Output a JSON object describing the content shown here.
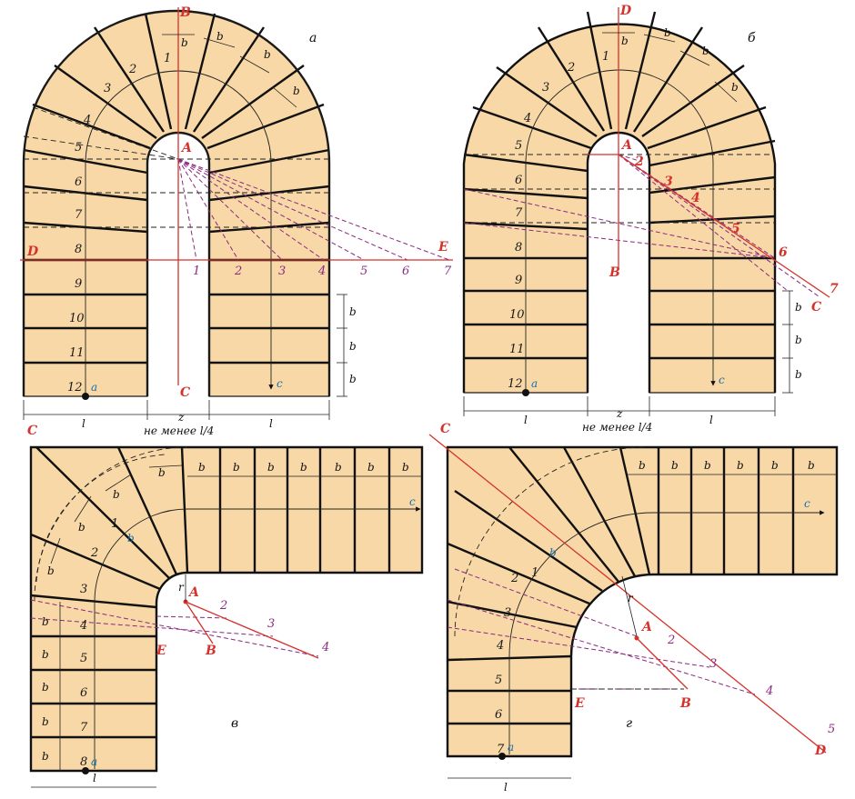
{
  "panels": {
    "a": {
      "caption": "а",
      "steps": [
        "1",
        "2",
        "3",
        "4",
        "5",
        "6",
        "7",
        "8",
        "9",
        "10",
        "11",
        "12"
      ],
      "points": {
        "A": "A",
        "B": "B",
        "C": "C",
        "D": "D",
        "E": "E"
      },
      "proj": [
        "1",
        "2",
        "3",
        "4",
        "5",
        "6",
        "7"
      ],
      "start": "a",
      "end": "c",
      "tread": "b",
      "dims": {
        "l1": "l",
        "z": "z",
        "l2": "l"
      },
      "note": "не менее l/4"
    },
    "b": {
      "caption": "б",
      "steps": [
        "1",
        "2",
        "3",
        "4",
        "5",
        "6",
        "7",
        "8",
        "9",
        "10",
        "11",
        "12"
      ],
      "points": {
        "A": "A",
        "B": "B",
        "C": "C",
        "D": "D"
      },
      "proj": [
        "2",
        "3",
        "4",
        "5",
        "6",
        "7"
      ],
      "start": "a",
      "end": "c",
      "tread": "b",
      "dims": {
        "l1": "l",
        "z": "z",
        "l2": "l"
      },
      "note": "не менее l/4"
    },
    "v": {
      "caption": "в",
      "steps": [
        "1",
        "2",
        "3",
        "4",
        "5",
        "6",
        "7",
        "8"
      ],
      "points": {
        "A": "A",
        "B": "B",
        "C": "C",
        "E": "E",
        "r": "r"
      },
      "proj": [
        "2",
        "3",
        "4"
      ],
      "start": "a",
      "end": "c",
      "tread": "b",
      "dims": {
        "l": "l"
      }
    },
    "g": {
      "caption": "г",
      "steps": [
        "1",
        "2",
        "3",
        "4",
        "5",
        "6",
        "7"
      ],
      "points": {
        "A": "A",
        "B": "B",
        "C": "C",
        "D": "D",
        "E": "E",
        "r": "r"
      },
      "proj": [
        "2",
        "3",
        "4",
        "5"
      ],
      "start": "a",
      "end": "c",
      "tread": "b",
      "dims": {
        "l": "l"
      }
    }
  }
}
